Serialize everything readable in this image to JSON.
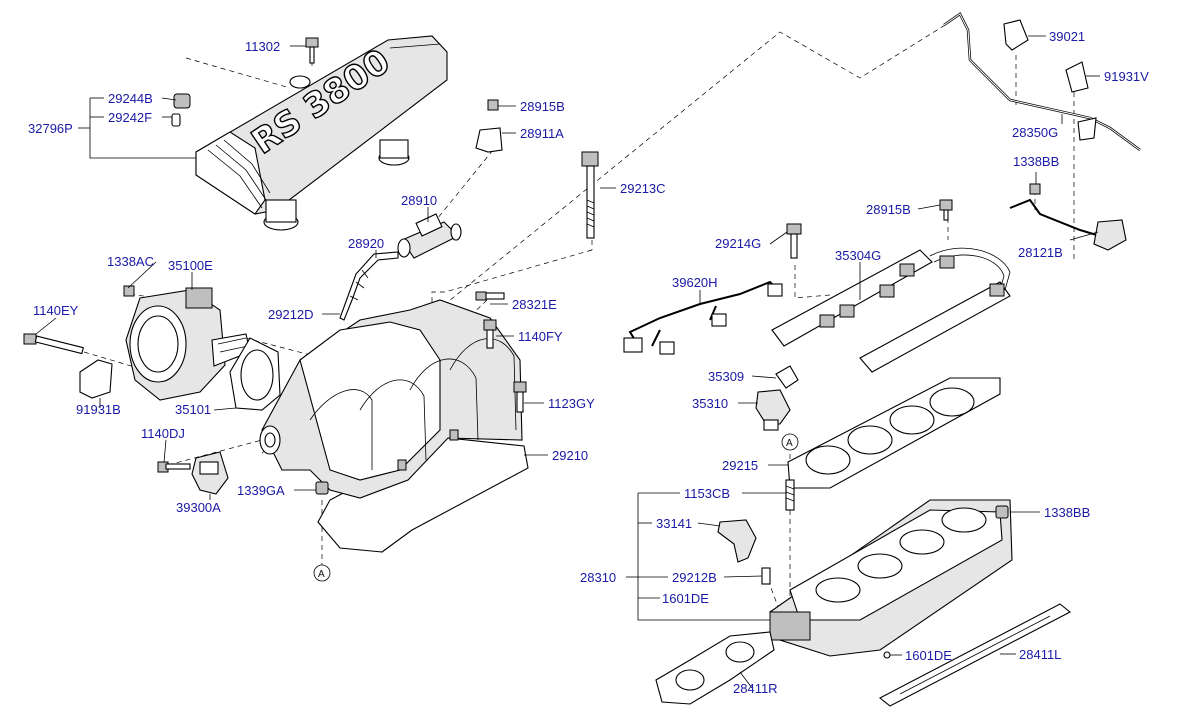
{
  "labels": {
    "p11302": "11302",
    "p29244B": "29244B",
    "p29242F": "29242F",
    "p32796P": "32796P",
    "p28915B_top": "28915B",
    "p28911A": "28911A",
    "p29213C": "29213C",
    "p28910": "28910",
    "p28920": "28920",
    "p1338AC": "1338AC",
    "p35100E": "35100E",
    "p1140EY": "1140EY",
    "p29212D": "29212D",
    "p28321E": "28321E",
    "p1140FY": "1140FY",
    "p91931B": "91931B",
    "p35101": "35101",
    "p1123GY": "1123GY",
    "p1140DJ": "1140DJ",
    "p29210": "29210",
    "p1339GA": "1339GA",
    "p39300A": "39300A",
    "p39021": "39021",
    "p91931V": "91931V",
    "p28350G": "28350G",
    "p1338BB_top": "1338BB",
    "p28915B_mid": "28915B",
    "p28121B": "28121B",
    "p29214G": "29214G",
    "p35304G": "35304G",
    "p39620H": "39620H",
    "p35309": "35309",
    "p35310": "35310",
    "p29215": "29215",
    "p1153CB": "1153CB",
    "p1338BB_right": "1338BB",
    "p33141": "33141",
    "p28310": "28310",
    "p29212B": "29212B",
    "p1601DE_left": "1601DE",
    "p1601DE_right": "1601DE",
    "p28411L": "28411L",
    "p28411R": "28411R"
  },
  "cover_text": "RS 3800",
  "ref_marks": {
    "a_left": "A",
    "a_right": "A"
  },
  "colors": {
    "label": "#1a1aa6",
    "line": "#000000"
  }
}
